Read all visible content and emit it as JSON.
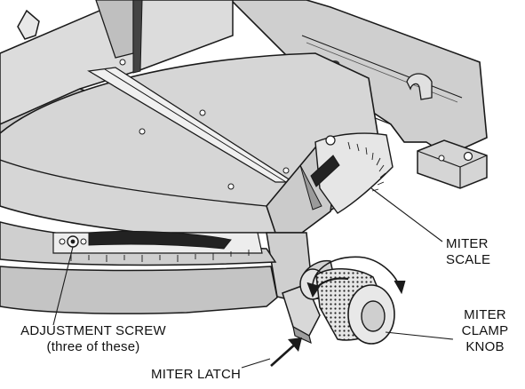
{
  "labels": {
    "miter_scale": [
      "MITER",
      "SCALE"
    ],
    "adjustment_screw": [
      "ADJUSTMENT SCREW",
      "(three of these)"
    ],
    "miter_clamp_knob": [
      "MITER",
      "CLAMP",
      "KNOB"
    ],
    "miter_latch": "MITER LATCH"
  },
  "colors": {
    "line": "#1a1a1a",
    "light_gray": "#d9d9d9",
    "mid_gray": "#bdbdbd",
    "dark_gray": "#8a8a8a",
    "black_strip": "#222222",
    "background": "#ffffff"
  }
}
